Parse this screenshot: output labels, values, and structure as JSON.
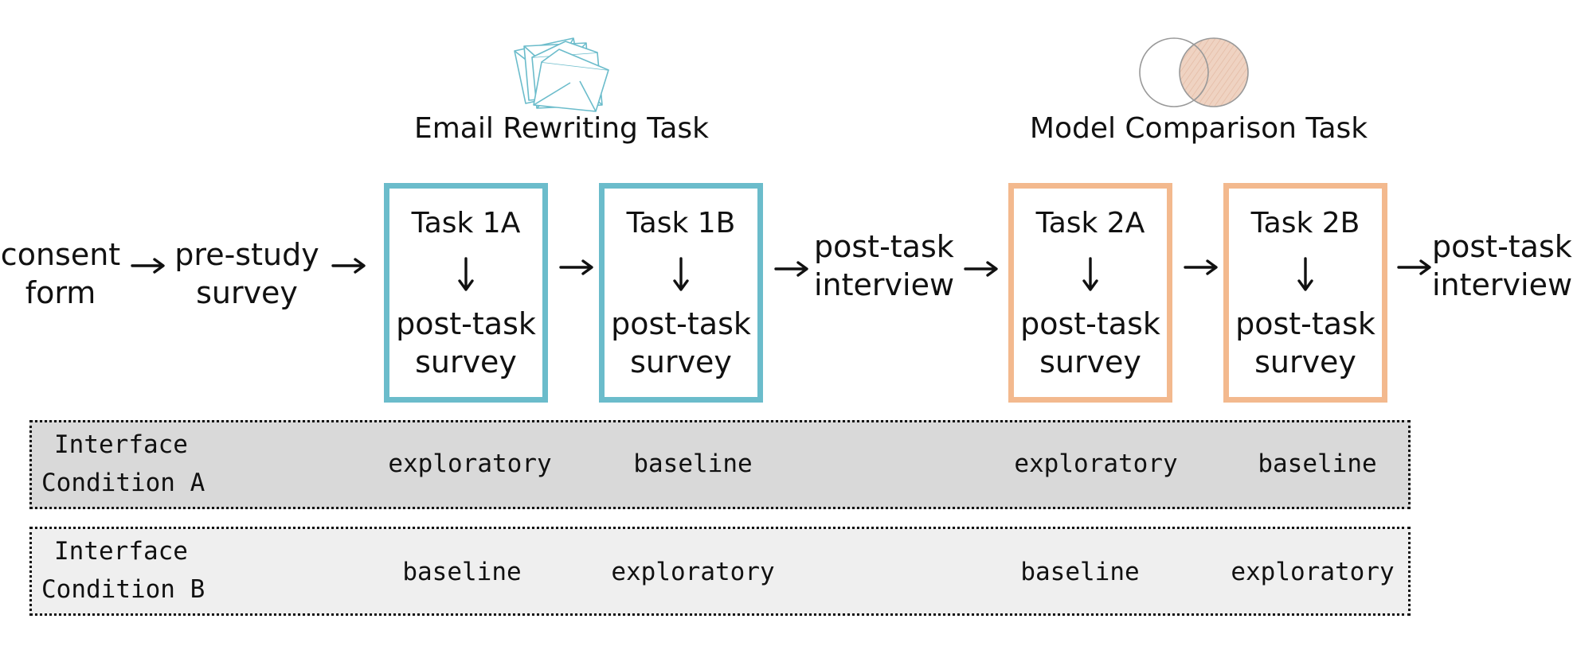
{
  "colors": {
    "email_task": "#6bbccb",
    "model_task": "#f3b98e",
    "row_a_bg": "#d9d9d9",
    "row_b_bg": "#efefef",
    "venn_fill": "#efd3c2"
  },
  "icons": {
    "email_group": "envelopes-icon",
    "model_group": "venn-diagram-icon"
  },
  "groups": {
    "email": {
      "title": "Email Rewriting Task"
    },
    "model": {
      "title": "Model Comparison Task"
    }
  },
  "flow": {
    "consent": [
      "consent",
      "form"
    ],
    "pre_study": [
      "pre-study",
      "survey"
    ],
    "interview_1": [
      "post-task",
      "interview"
    ],
    "interview_2": [
      "post-task",
      "interview"
    ]
  },
  "tasks": [
    {
      "title": "Task 1A",
      "sub": [
        "post-task",
        "survey"
      ]
    },
    {
      "title": "Task 1B",
      "sub": [
        "post-task",
        "survey"
      ]
    },
    {
      "title": "Task 2A",
      "sub": [
        "post-task",
        "survey"
      ]
    },
    {
      "title": "Task 2B",
      "sub": [
        "post-task",
        "survey"
      ]
    }
  ],
  "conditions": [
    {
      "label": [
        "Interface",
        "Condition A"
      ],
      "values": [
        "exploratory",
        "baseline",
        "exploratory",
        "baseline"
      ]
    },
    {
      "label": [
        "Interface",
        "Condition B"
      ],
      "values": [
        "baseline",
        "exploratory",
        "baseline",
        "exploratory"
      ]
    }
  ]
}
